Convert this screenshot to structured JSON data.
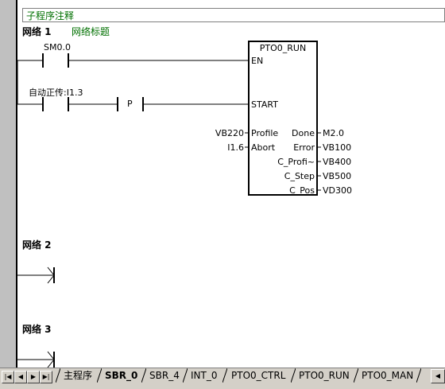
{
  "subroutine_comment": "子程序注释",
  "networks": [
    {
      "label": "网络 1",
      "title": "网络标题"
    },
    {
      "label": "网络 2",
      "title": ""
    },
    {
      "label": "网络 3",
      "title": ""
    }
  ],
  "rung1": {
    "contact1_address": "SM0.0",
    "contact2_address": "自动正传:I1.3",
    "pulse_label": "P"
  },
  "function_block": {
    "title": "PTO0_RUN",
    "pins": {
      "en": "EN",
      "start": "START",
      "profile": "Profile",
      "abort": "Abort",
      "done": "Done",
      "error": "Error",
      "c_profile": "C_Profi~",
      "c_step": "C_Step",
      "c_pos": "C_Pos"
    },
    "inputs": {
      "profile": "VB220",
      "abort": "I1.6"
    },
    "outputs": {
      "done": "M2.0",
      "error": "VB100",
      "c_profile": "VB400",
      "c_step": "VB500",
      "c_pos": "VD300"
    }
  },
  "tabs": [
    {
      "label": "主程序",
      "active": false
    },
    {
      "label": "SBR_0",
      "active": true
    },
    {
      "label": "SBR_4",
      "active": false
    },
    {
      "label": "INT_0",
      "active": false
    },
    {
      "label": "PTO0_CTRL",
      "active": false
    },
    {
      "label": "PTO0_RUN",
      "active": false
    },
    {
      "label": "PTO0_MAN",
      "active": false
    }
  ]
}
